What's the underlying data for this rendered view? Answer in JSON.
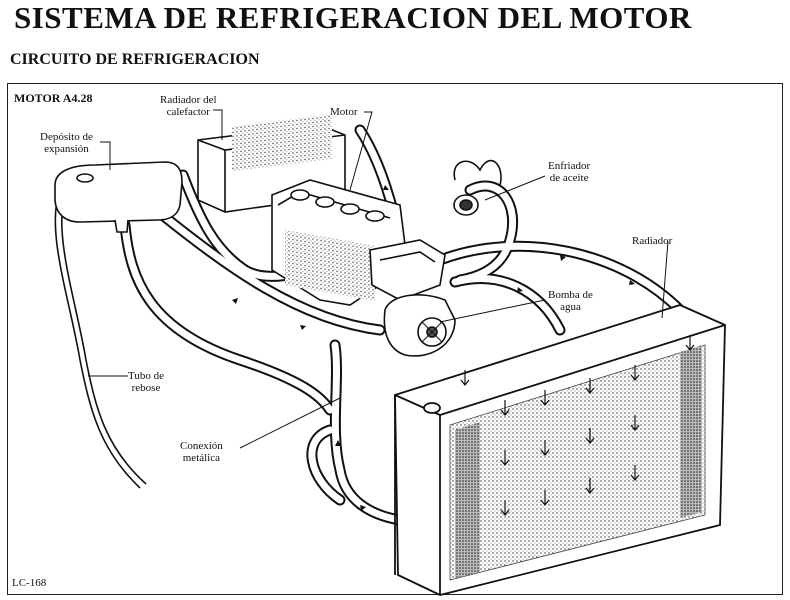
{
  "header": {
    "title": "SISTEMA DE REFRIGERACION DEL MOTOR",
    "subtitle": "CIRCUITO DE REFRIGERACION"
  },
  "diagram": {
    "engine_model": "MOTOR A4.28",
    "figure_code": "LC-168",
    "labels": {
      "heater_radiator": [
        "Radiador del",
        "calefactor"
      ],
      "engine": "Motor",
      "expansion_tank": [
        "Depósito de",
        "expansión"
      ],
      "oil_cooler": [
        "Enfriador",
        "de aceite"
      ],
      "radiator": "Radiador",
      "water_pump": [
        "Bomba de",
        "agua"
      ],
      "overflow_tube": [
        "Tubo de",
        "rebose"
      ],
      "metal_connection": [
        "Conexión",
        "metálica"
      ]
    }
  }
}
